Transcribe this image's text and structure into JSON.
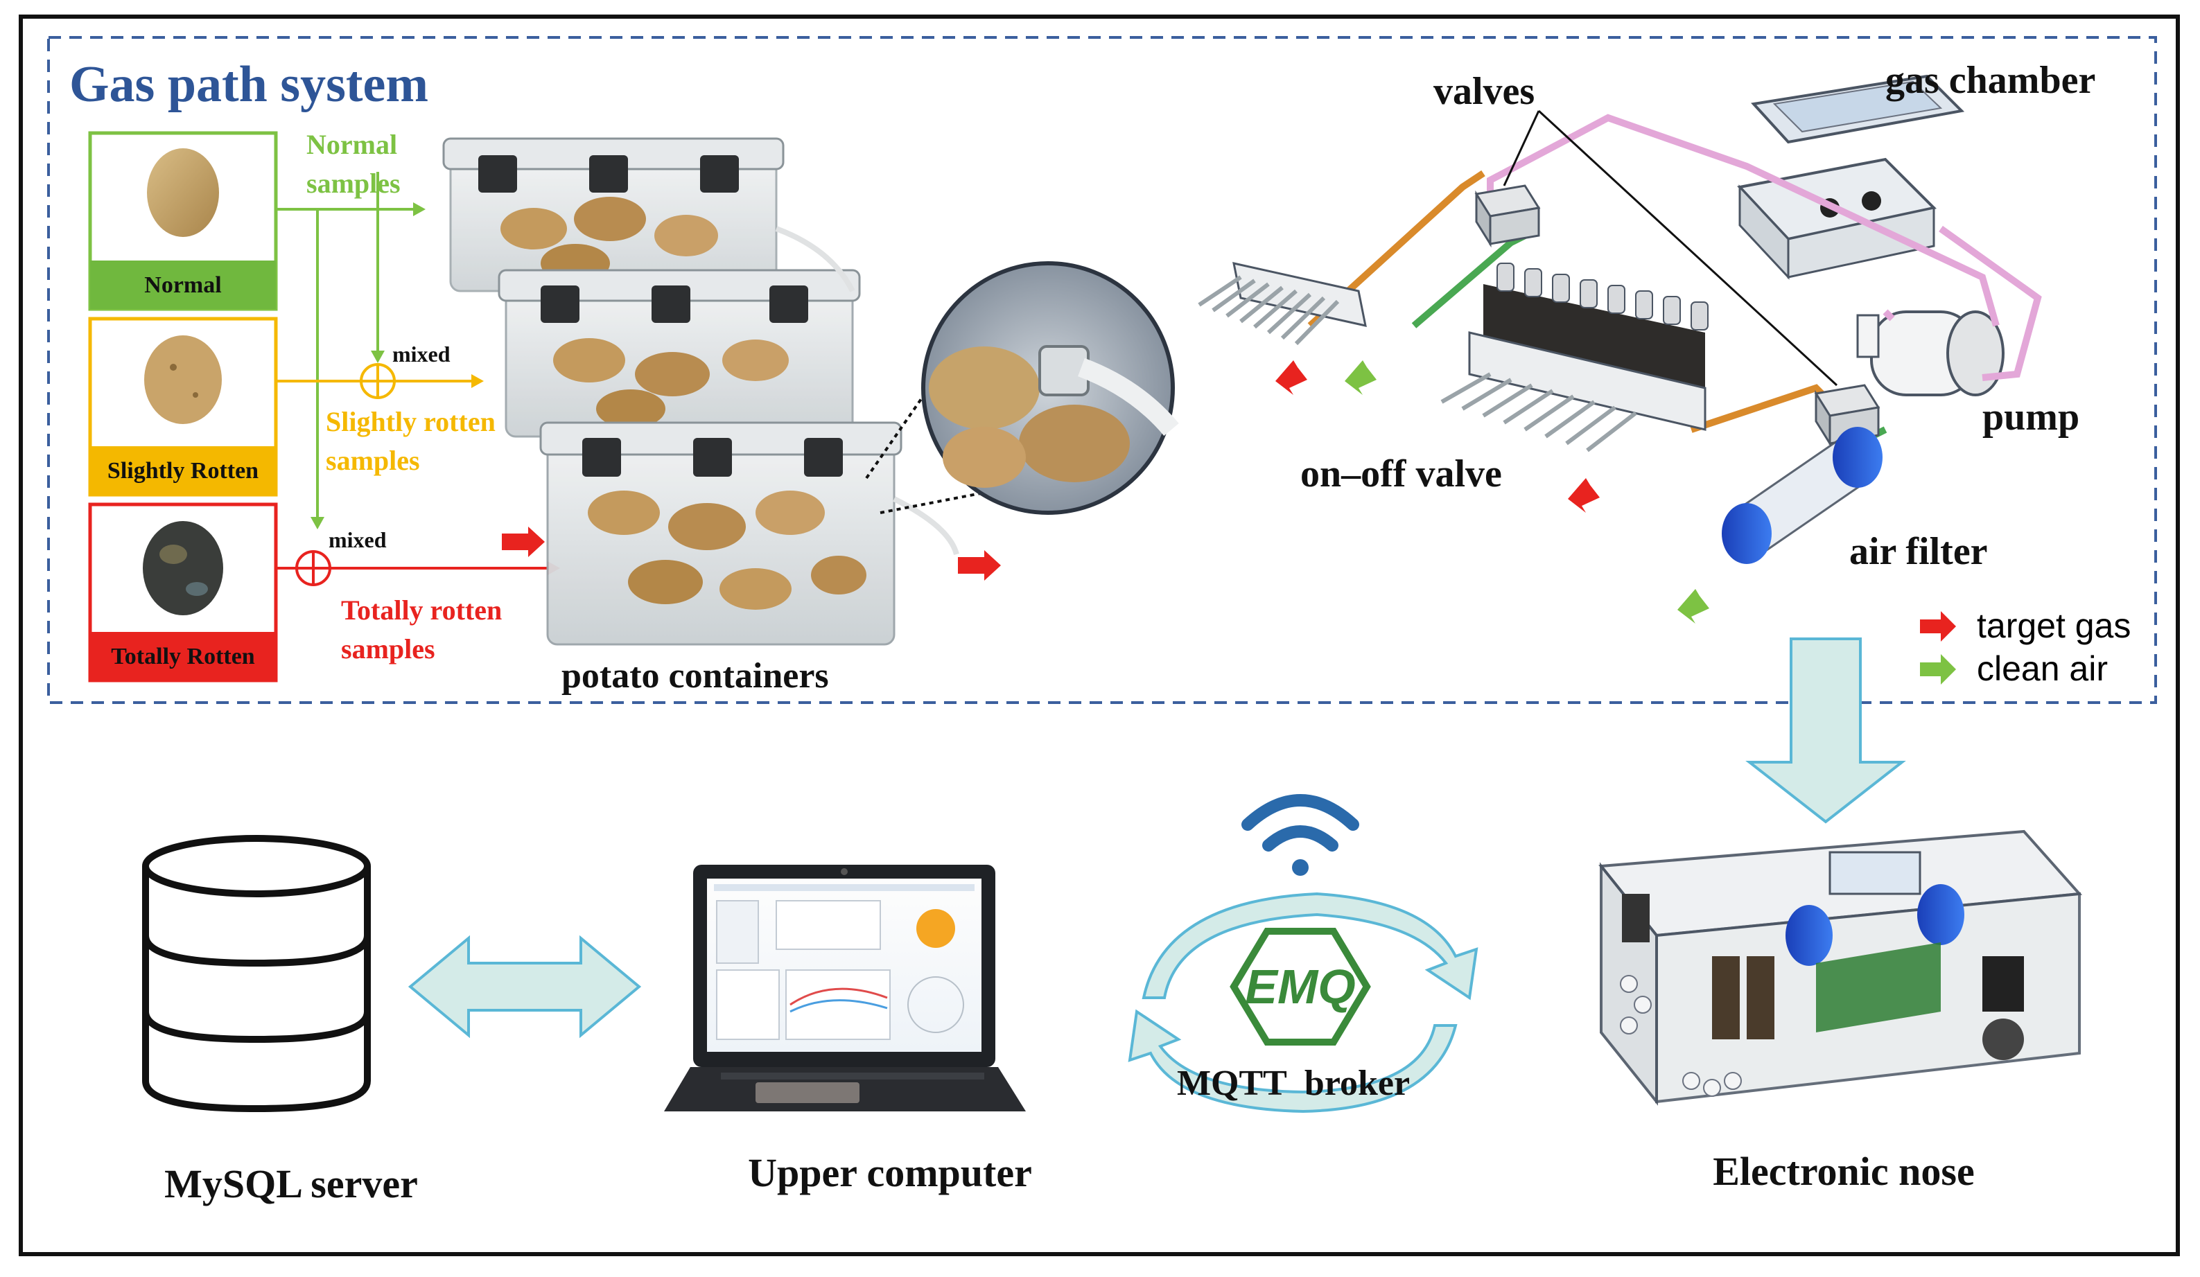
{
  "title": "Gas path system",
  "samples": [
    {
      "key": "normal",
      "box_label": "Normal",
      "flow_label_1": "Normal",
      "flow_label_2": "samples",
      "color": "#7dc243",
      "fill": "#70b83e"
    },
    {
      "key": "slight",
      "box_label": "Slightly Rotten",
      "flow_label_1": "Slightly rotten",
      "flow_label_2": "samples",
      "color": "#f5b800",
      "fill": "#f4b800"
    },
    {
      "key": "total",
      "box_label": "Totally Rotten",
      "flow_label_1": "Totally rotten",
      "flow_label_2": "samples",
      "color": "#e8231f",
      "fill": "#e8231f"
    }
  ],
  "mixed_label": "mixed",
  "potato_containers_label": "potato containers",
  "hardware_labels": {
    "valves": "valves",
    "gas_chamber": "gas chamber",
    "pump": "pump",
    "on_off_valve": "on–off valve",
    "air_filter": "air filter"
  },
  "legend": [
    {
      "label": "target gas",
      "color": "#e8231f"
    },
    {
      "label": "clean air",
      "color": "#7dc243"
    }
  ],
  "bottom": {
    "mysql_label": "MySQL server",
    "upper_label": "Upper computer",
    "broker_logo": "EMQ",
    "broker_label": "MQTT  broker",
    "enose_label": "Electronic nose"
  },
  "colors": {
    "title_blue": "#2e5597",
    "dashed_border": "#3b5f9e",
    "pale_arrow": "#d4ebe8",
    "pale_arrow_stroke": "#5ab7d6",
    "emq_green": "#3a8a3a",
    "wifi_blue": "#2a6aab"
  }
}
